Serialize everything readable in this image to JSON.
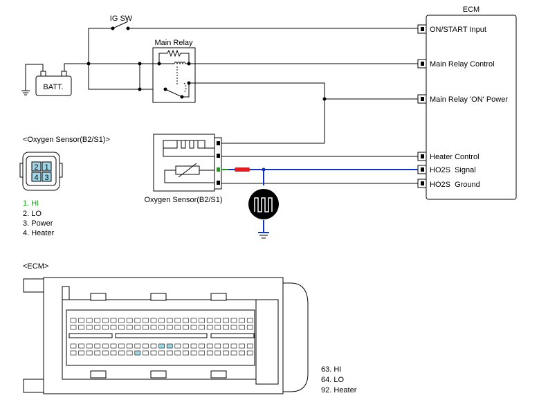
{
  "ecm_box": {
    "title": "ECM",
    "pins": [
      "ON/START Input",
      "Main Relay Control",
      "Main Relay 'ON' Power",
      "Heater Control",
      "HO2S  Signal",
      "HO2S  Ground"
    ]
  },
  "components": {
    "ig_switch": "IG SW",
    "main_relay": "Main Relay",
    "battery": "BATT.",
    "oxygen_sensor": "Oxygen Sensor(B2/S1)"
  },
  "connector_sensor": {
    "title": "<Oxygen Sensor(B2/S1)>",
    "cavities": [
      "1",
      "2",
      "3",
      "4"
    ],
    "legend": [
      "1. HI",
      "2. LO",
      "3. Power",
      "4. Heater"
    ],
    "highlight_color": "#1a9a1a"
  },
  "connector_ecm": {
    "title": "<ECM>",
    "legend": [
      "63. HI",
      "64. LO",
      "92. Heater"
    ]
  },
  "wire_colors": {
    "signal": "#1a9a1a",
    "ground": "#1030d0",
    "marker": "#e02020"
  }
}
